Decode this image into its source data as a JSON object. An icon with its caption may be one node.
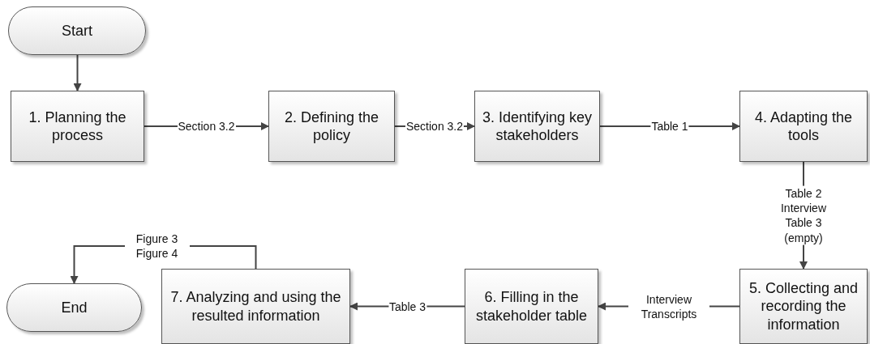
{
  "diagram": {
    "nodes": [
      {
        "text": [
          "Start"
        ]
      },
      {
        "text": [
          "1. Planning the process"
        ]
      },
      {
        "text": [
          "2. Defining the policy"
        ]
      },
      {
        "text": [
          "3. Identifying key stakeholders"
        ]
      },
      {
        "text": [
          "4. Adapting the tools"
        ]
      },
      {
        "text": [
          "5. Collecting and recording the information"
        ]
      },
      {
        "text": [
          "6. Filling in the stakeholder table"
        ]
      },
      {
        "text": [
          "7. Analyzing and using the resulted information"
        ]
      },
      {
        "text": [
          "End"
        ]
      }
    ],
    "edges": [
      {
        "from": 0,
        "to": 1,
        "arrow": "to"
      },
      {
        "from": 1,
        "to": 2,
        "arrow": "to",
        "label": "Section 3.2"
      },
      {
        "from": 2,
        "to": 3,
        "arrow": "to",
        "label": "Section 3.2"
      },
      {
        "from": 3,
        "to": 4,
        "arrow": "to",
        "label": "Table 1"
      },
      {
        "from": 4,
        "to": 5,
        "arrow": "to",
        "label": "Table 2 Interview Table 3 (empty)"
      },
      {
        "from": 5,
        "to": 6,
        "arrow": "to",
        "label": "Interview Transcripts"
      },
      {
        "from": 6,
        "to": 7,
        "arrow": "to",
        "label": "Table 3"
      },
      {
        "from": 7,
        "to": 8,
        "arrow": "to",
        "label": "Figure 3 Figure 4"
      }
    ]
  }
}
